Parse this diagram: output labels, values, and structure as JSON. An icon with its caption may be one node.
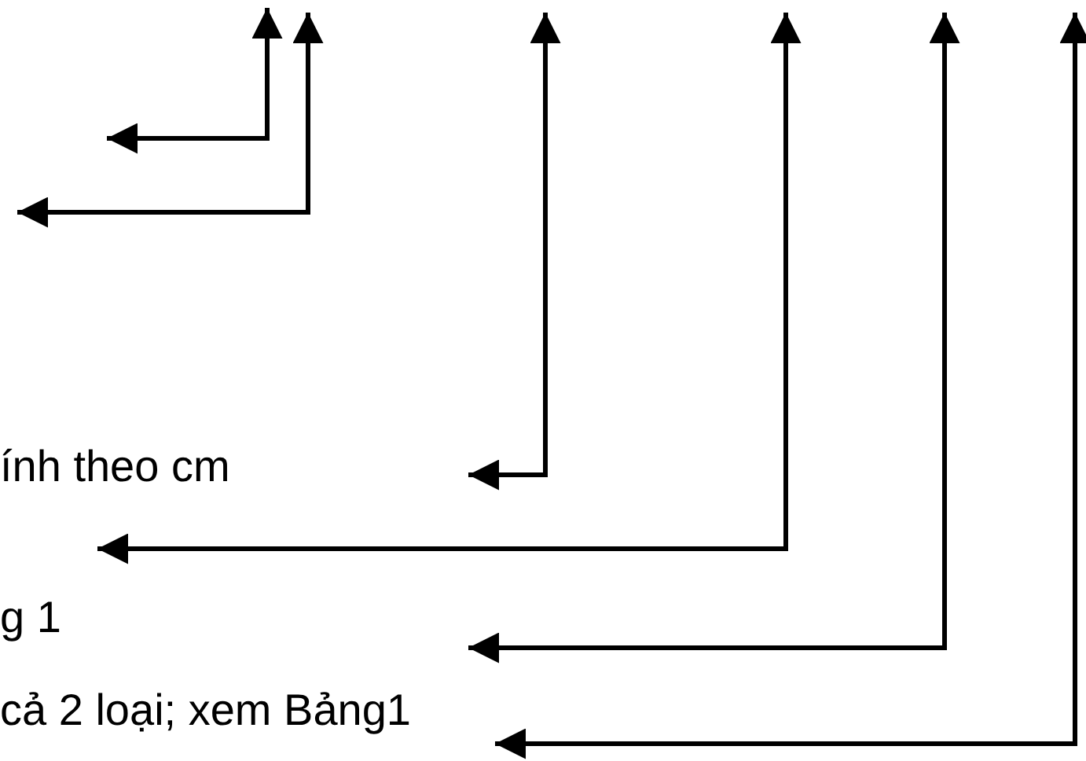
{
  "diagram": {
    "labels": [
      "ính theo cm",
      "g 1",
      "cả 2 loại; xem Bảng1"
    ]
  }
}
